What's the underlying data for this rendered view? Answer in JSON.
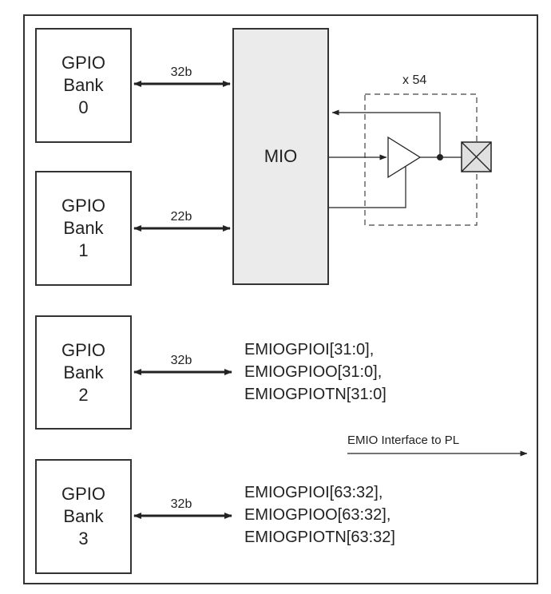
{
  "banks": [
    {
      "label": "GPIO\nBank\n0",
      "width_label": "32b"
    },
    {
      "label": "GPIO\nBank\n1",
      "width_label": "22b"
    },
    {
      "label": "GPIO\nBank\n2",
      "width_label": "32b"
    },
    {
      "label": "GPIO\nBank\n3",
      "width_label": "32b"
    }
  ],
  "mio": {
    "label": "MIO"
  },
  "repeat_label": "x 54",
  "emio": {
    "bank2_signals": [
      "EMIOGPIOI[31:0],",
      "EMIOGPIOO[31:0],",
      "EMIOGPIOTN[31:0]"
    ],
    "bank3_signals": [
      "EMIOGPIOI[63:32],",
      "EMIOGPIOO[63:32],",
      "EMIOGPIOTN[63:32]"
    ],
    "interface_label": "EMIO Interface to PL"
  }
}
